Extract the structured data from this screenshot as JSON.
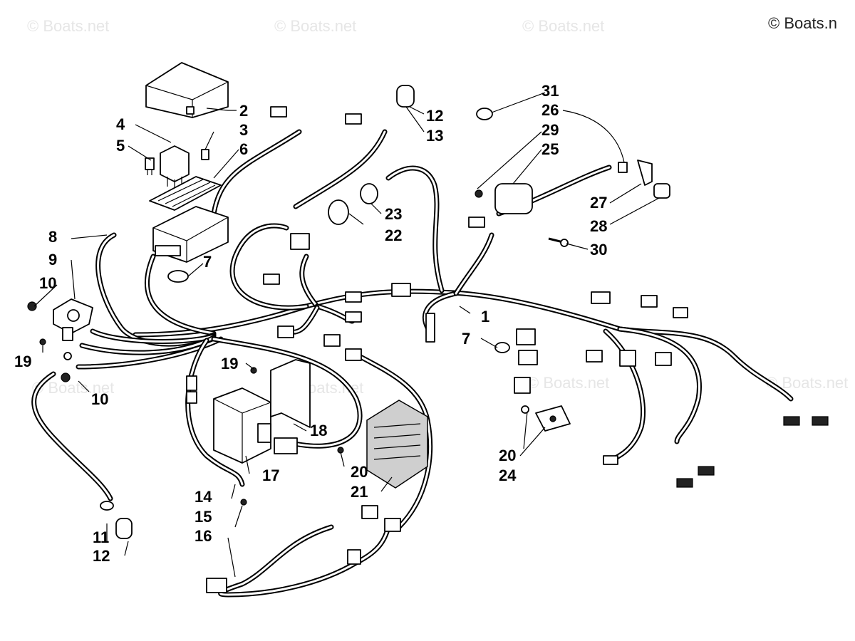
{
  "watermark": {
    "text": "© Boats.net",
    "corner_text": "© Boats.n"
  },
  "callouts": {
    "c1": "1",
    "c2": "2",
    "c3": "3",
    "c4": "4",
    "c5": "5",
    "c6": "6",
    "c7a": "7",
    "c7b": "7",
    "c8": "8",
    "c9": "9",
    "c10a": "10",
    "c10b": "10",
    "c11": "11",
    "c12a": "12",
    "c12b": "12",
    "c13": "13",
    "c14": "14",
    "c15": "15",
    "c16": "16",
    "c17": "17",
    "c18": "18",
    "c19a": "19",
    "c19b": "19",
    "c20a": "20",
    "c20b": "20",
    "c21": "21",
    "c22": "22",
    "c23": "23",
    "c24": "24",
    "c25": "25",
    "c26": "26",
    "c27": "27",
    "c28": "28",
    "c29": "29",
    "c30": "30",
    "c31": "31"
  }
}
